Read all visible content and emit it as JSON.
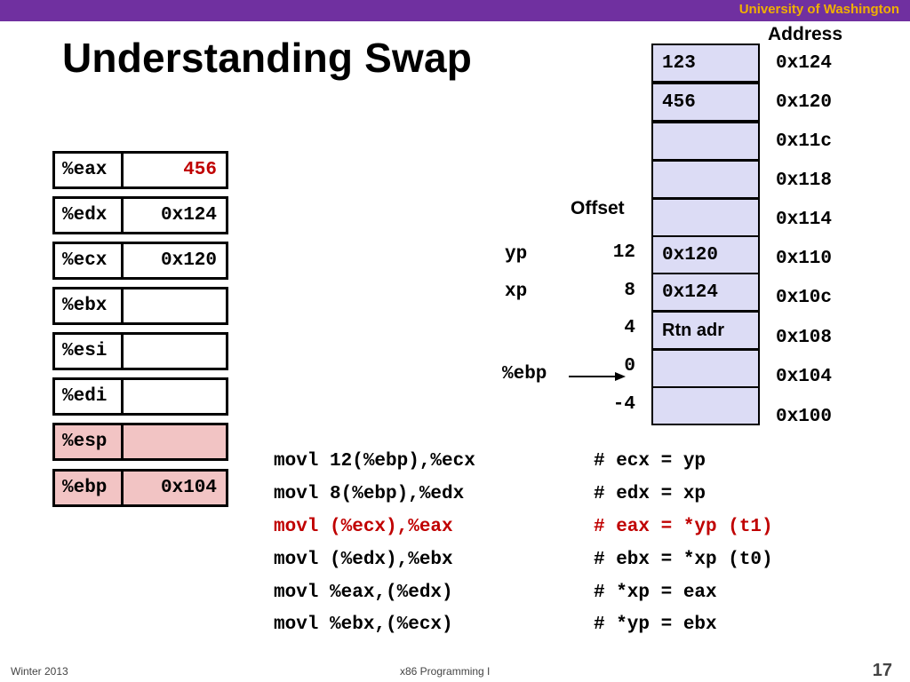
{
  "header": {
    "institution": "University of Washington"
  },
  "title": "Understanding Swap",
  "registers": [
    {
      "name": "%eax",
      "value": "456"
    },
    {
      "name": "%edx",
      "value": "0x124"
    },
    {
      "name": "%ecx",
      "value": "0x120"
    },
    {
      "name": "%ebx",
      "value": ""
    },
    {
      "name": "%esi",
      "value": ""
    },
    {
      "name": "%edi",
      "value": ""
    },
    {
      "name": "%esp",
      "value": ""
    },
    {
      "name": "%ebp",
      "value": "0x104"
    }
  ],
  "memory": {
    "address_header": "Address",
    "offset_header": "Offset",
    "cells": [
      {
        "content": "123",
        "address": "0x124"
      },
      {
        "content": "456",
        "address": "0x120"
      },
      {
        "content": "",
        "address": "0x11c"
      },
      {
        "content": "",
        "address": "0x118"
      },
      {
        "content": "",
        "address": "0x114"
      },
      {
        "content": "0x120",
        "address": "0x110",
        "offset": "12",
        "label": "yp"
      },
      {
        "content": "0x124",
        "address": "0x10c",
        "offset": "8",
        "label": "xp"
      },
      {
        "content": "Rtn adr",
        "address": "0x108",
        "offset": "4"
      },
      {
        "content": "",
        "address": "0x104",
        "offset": "0",
        "label": "%ebp"
      },
      {
        "content": "",
        "address": "0x100",
        "offset": "-4"
      }
    ]
  },
  "code": [
    {
      "instr": "movl 12(%ebp),%ecx",
      "comment": "# ecx = yp"
    },
    {
      "instr": "movl 8(%ebp),%edx",
      "comment": "# edx = xp"
    },
    {
      "instr": "movl (%ecx),%eax",
      "comment": "# eax = *yp (t1)"
    },
    {
      "instr": "movl (%edx),%ebx",
      "comment": "# ebx = *xp (t0)"
    },
    {
      "instr": "movl %eax,(%edx)",
      "comment": "# *xp = eax"
    },
    {
      "instr": "movl %ebx,(%ecx)",
      "comment": "# *yp = ebx"
    }
  ],
  "footer": {
    "left": "Winter 2013",
    "center": "x86 Programming I",
    "page": "17"
  },
  "colors": {
    "header_bar": "#7030a0",
    "header_text": "#f0b000",
    "highlight": "#c00000",
    "memory_fill": "#dcdcf5",
    "stack_reg_fill": "#f2c4c4"
  }
}
